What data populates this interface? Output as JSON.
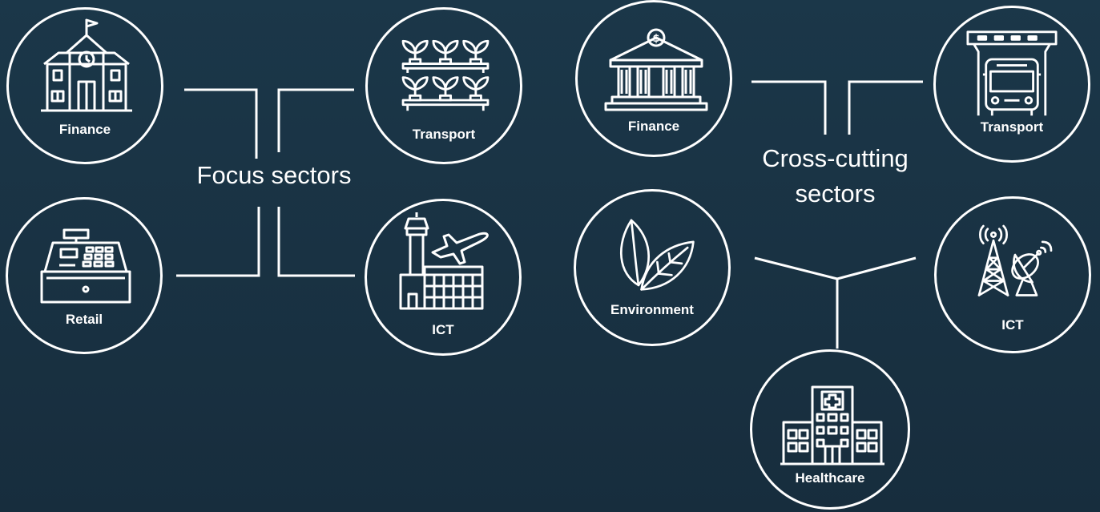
{
  "focus": {
    "title": "Focus sectors",
    "nodes": {
      "finance": "Finance",
      "transport": "Transport",
      "retail": "Retail",
      "ict": "ICT"
    }
  },
  "cross_cutting": {
    "title_line1": "Cross-cutting",
    "title_line2": "sectors",
    "nodes": {
      "finance": "Finance",
      "transport": "Transport",
      "environment": "Environment",
      "ict": "ICT",
      "healthcare": "Healthcare"
    }
  },
  "icons": {
    "focus_finance": "school-building-icon",
    "focus_transport": "plant-shelves-icon",
    "focus_retail": "cash-register-icon",
    "focus_ict": "airport-tower-plane-icon",
    "cc_finance": "bank-building-icon",
    "cc_transport": "bus-station-icon",
    "cc_environment": "leaves-icon",
    "cc_ict": "antenna-satellite-icon",
    "cc_healthcare": "hospital-building-icon"
  },
  "colors": {
    "background": "#1b3749",
    "stroke": "#ffffff"
  }
}
